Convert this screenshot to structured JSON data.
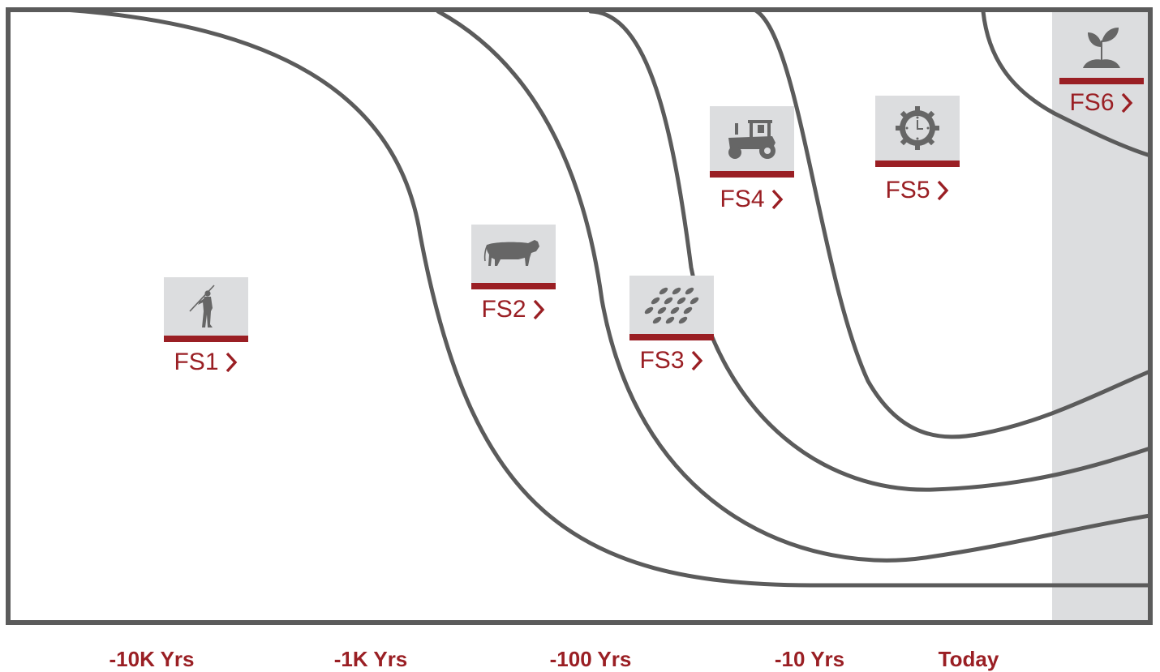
{
  "colors": {
    "accent": "#9a1f24",
    "curve": "#5b5b5b",
    "panel": "#dcdddf",
    "frame": "#5b5b5b"
  },
  "stages": [
    {
      "label": "FS1",
      "icon": "hunter-icon"
    },
    {
      "label": "FS2",
      "icon": "cow-icon"
    },
    {
      "label": "FS3",
      "icon": "seeds-icon"
    },
    {
      "label": "FS4",
      "icon": "tractor-icon"
    },
    {
      "label": "FS5",
      "icon": "gear-clock-icon"
    },
    {
      "label": "FS6",
      "icon": "sprout-icon"
    }
  ],
  "time_axis": [
    "-10K Yrs",
    "-1K Yrs",
    "-100 Yrs",
    "-10 Yrs",
    "Today"
  ]
}
